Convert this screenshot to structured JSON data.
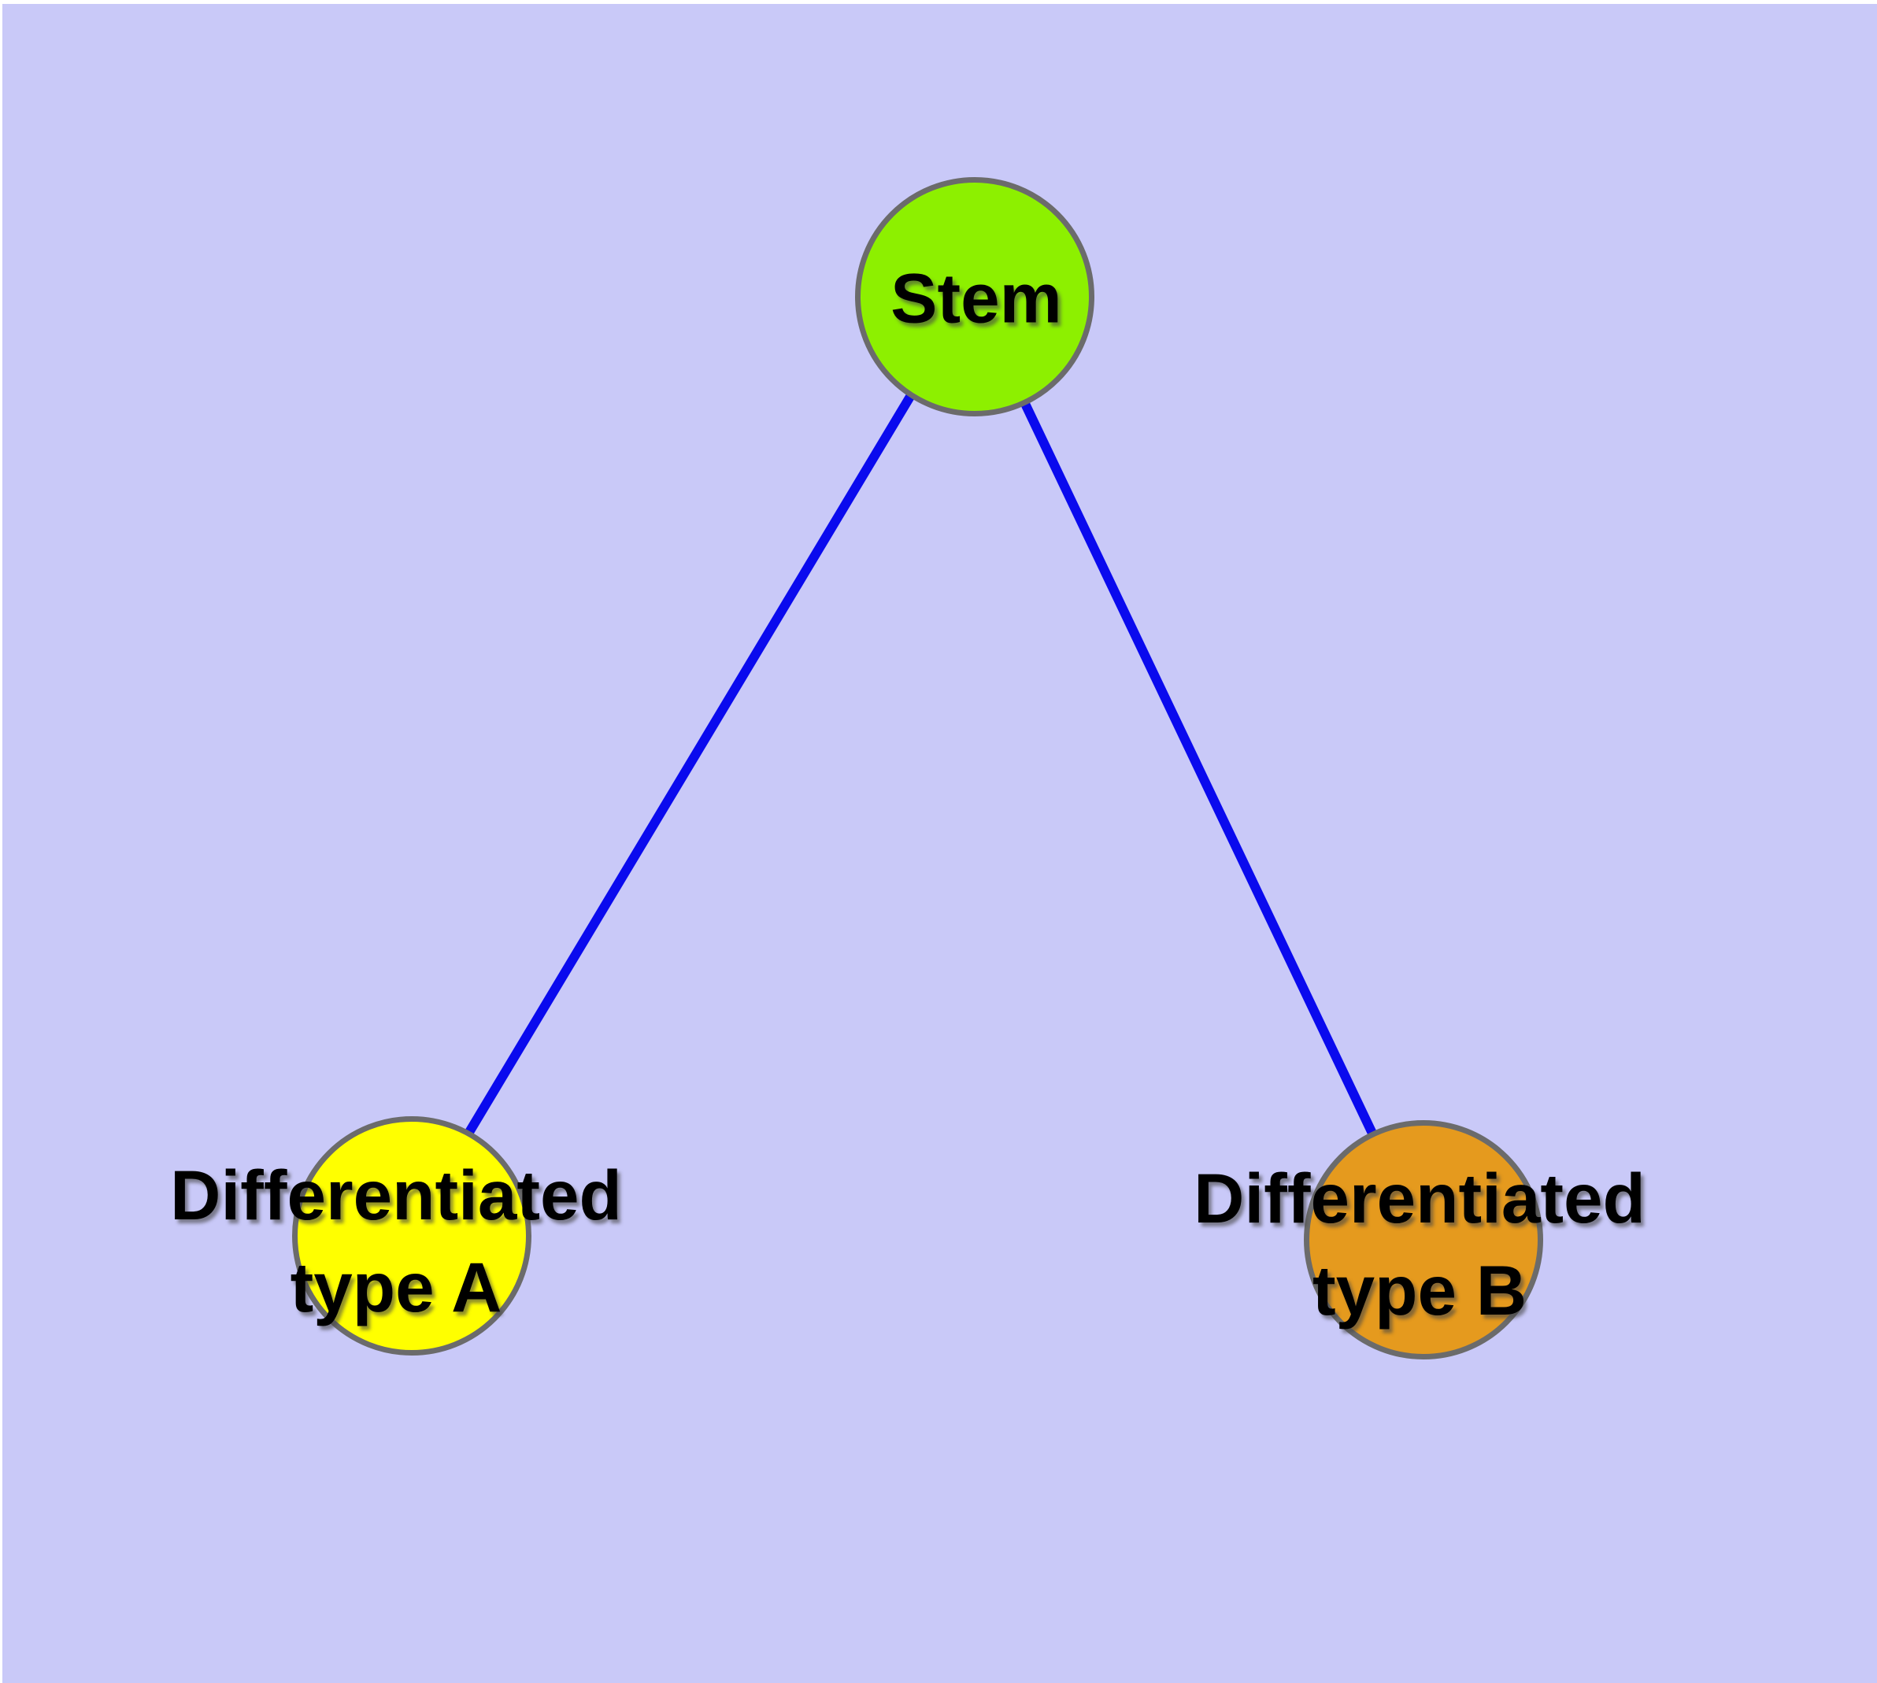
{
  "diagram": {
    "background_color": "#c9c9f8",
    "page_margin_color": "#ffffff",
    "edge_color": "#0a0aee",
    "node_border_color": "#6b6b6b",
    "label_color": "#000000",
    "nodes": [
      {
        "id": "stem",
        "label_lines": [
          "Stem"
        ],
        "fill_color": "#8df000"
      },
      {
        "id": "type-a",
        "label_lines": [
          "Differentiated",
          "type A"
        ],
        "fill_color": "#ffff00"
      },
      {
        "id": "type-b",
        "label_lines": [
          "Differentiated",
          "type B"
        ],
        "fill_color": "#e59a1e"
      }
    ],
    "edges": [
      {
        "from": "Stem",
        "to": "Differentiated type A"
      },
      {
        "from": "Stem",
        "to": "Differentiated type B"
      }
    ]
  }
}
